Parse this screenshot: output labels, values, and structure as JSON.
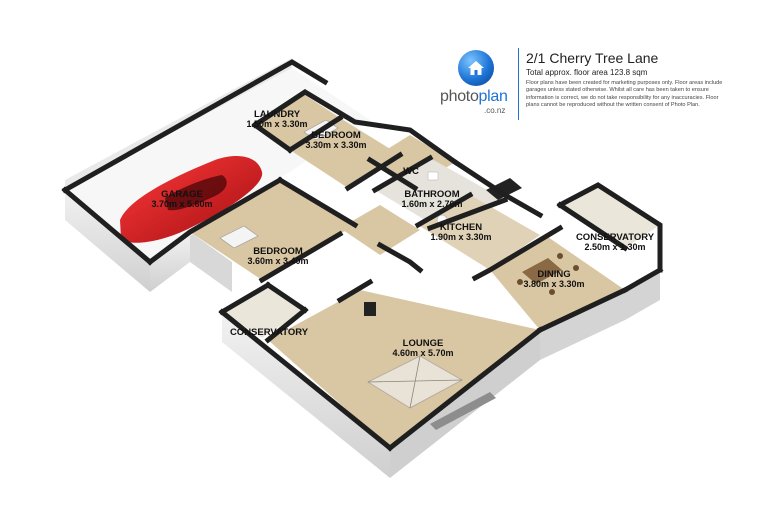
{
  "header": {
    "logo_main": "photo",
    "logo_accent": "plan",
    "logo_sub": ".co.nz",
    "title": "2/1 Cherry Tree Lane",
    "area": "Total approx. floor area 123.8 sqm",
    "disclaimer": "Floor plans have been created for marketing purposes only. Floor areas include garages unless stated otherwise. Whilst all care has been taken to ensure information is correct, we do not take responsibility for any inaccuracies. Floor plans cannot be reproduced without the written consent of Photo Plan."
  },
  "rooms": [
    {
      "name": "LAUNDRY",
      "dims": "1.50m x 3.30m"
    },
    {
      "name": "BEDROOM",
      "dims": "3.30m x 3.30m"
    },
    {
      "name": "GARAGE",
      "dims": "3.70m x 5.60m"
    },
    {
      "name": "WC",
      "dims": ""
    },
    {
      "name": "BATHROOM",
      "dims": "1.60m x 2.70m"
    },
    {
      "name": "KITCHEN",
      "dims": "1.90m x 3.30m"
    },
    {
      "name": "CONSERVATORY",
      "dims": "2.50m x 1.30m"
    },
    {
      "name": "BEDROOM",
      "dims": "3.60m x 3.40m"
    },
    {
      "name": "DINING",
      "dims": "3.80m x 3.30m"
    },
    {
      "name": "CONSERVATORY",
      "dims": ""
    },
    {
      "name": "LOUNGE",
      "dims": "4.60m x 5.70m"
    }
  ],
  "colors": {
    "floor": "#d9c7a4",
    "garage_floor": "#ffffff",
    "wall_top": "#1f1f1f",
    "wall_face": "#e6e6e6",
    "car": "#d8191f",
    "brand_blue": "#1d74d6"
  }
}
